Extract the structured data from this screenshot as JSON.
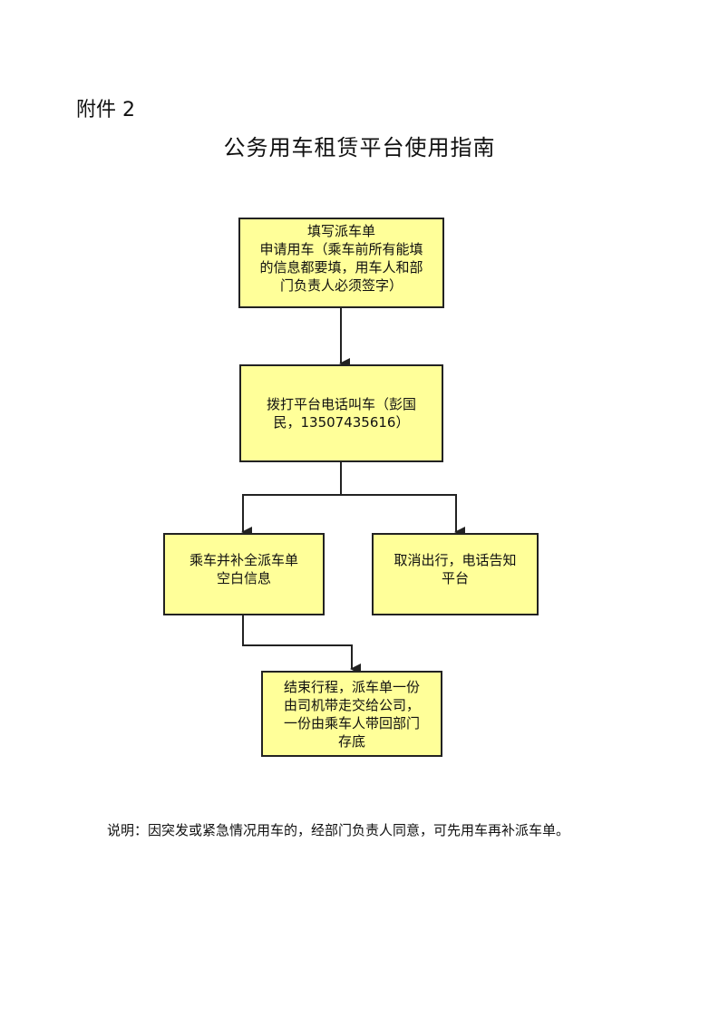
{
  "header": {
    "attachment_label": "附件 2",
    "title": "公务用车租赁平台使用指南"
  },
  "flow": {
    "step1": [
      "填写派车单",
      "申请用车（乘车前所有能填",
      "的信息都要填，用车人和部",
      "门负责人必须签字）"
    ],
    "step2": [
      "拨打平台电话叫车（彭国",
      "民，13507435616）"
    ],
    "step3a": [
      "乘车并补全派车单",
      "空白信息"
    ],
    "step3b": [
      "取消出行，电话告知",
      "平台"
    ],
    "step4": [
      "结束行程，派车单一份",
      "由司机带走交给公司，",
      "一份由乘车人带回部门",
      "存底"
    ]
  },
  "footer": {
    "note": "说明：因突发或紧急情况用车的，经部门负责人同意，可先用车再补派车单。"
  }
}
